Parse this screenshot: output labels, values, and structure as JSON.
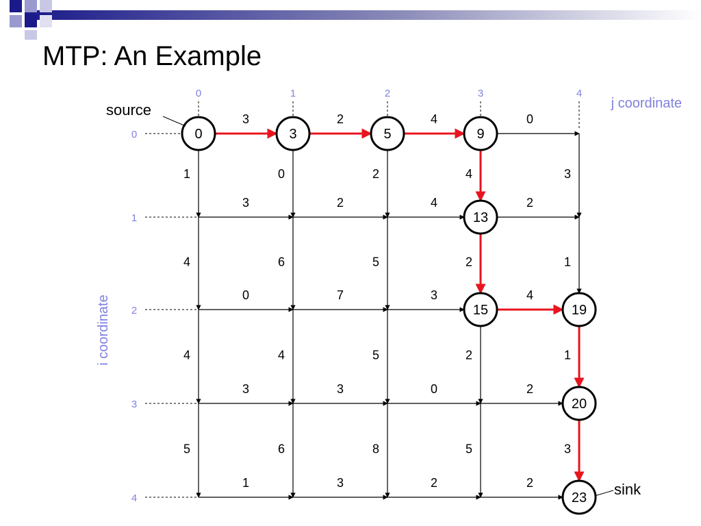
{
  "slide": {
    "title": "MTP: An Example",
    "colors": {
      "path": "#e8141e",
      "edge": "#000000",
      "coord": "#8080e0",
      "header_blue": "#1a1a8a"
    }
  },
  "diagram": {
    "labels": {
      "source": "source",
      "sink": "sink",
      "j_coordinate": "j coordinate",
      "i_coordinate": "i coordinate"
    },
    "j_values": [
      "0",
      "1",
      "2",
      "3",
      "4"
    ],
    "i_values": [
      "0",
      "1",
      "2",
      "3",
      "4"
    ],
    "horizontal_weights": [
      [
        "3",
        "2",
        "4",
        "0"
      ],
      [
        "3",
        "2",
        "4",
        "2"
      ],
      [
        "0",
        "7",
        "3",
        "4"
      ],
      [
        "3",
        "3",
        "0",
        "2"
      ],
      [
        "1",
        "3",
        "2",
        "2"
      ]
    ],
    "vertical_weights": [
      [
        "1",
        "0",
        "2",
        "4",
        "3"
      ],
      [
        "4",
        "6",
        "5",
        "2",
        "1"
      ],
      [
        "4",
        "4",
        "5",
        "2",
        "1"
      ],
      [
        "5",
        "6",
        "8",
        "5",
        "3"
      ]
    ],
    "node_scores": [
      {
        "i": 0,
        "j": 0,
        "score": "0"
      },
      {
        "i": 0,
        "j": 1,
        "score": "3"
      },
      {
        "i": 0,
        "j": 2,
        "score": "5"
      },
      {
        "i": 0,
        "j": 3,
        "score": "9"
      },
      {
        "i": 1,
        "j": 3,
        "score": "13"
      },
      {
        "i": 2,
        "j": 3,
        "score": "15"
      },
      {
        "i": 2,
        "j": 4,
        "score": "19"
      },
      {
        "i": 3,
        "j": 4,
        "score": "20"
      },
      {
        "i": 4,
        "j": 4,
        "score": "23"
      }
    ],
    "highlighted_path": [
      [
        0,
        0
      ],
      [
        0,
        1
      ],
      [
        0,
        2
      ],
      [
        0,
        3
      ],
      [
        1,
        3
      ],
      [
        2,
        3
      ],
      [
        2,
        4
      ],
      [
        3,
        4
      ],
      [
        4,
        4
      ]
    ]
  }
}
